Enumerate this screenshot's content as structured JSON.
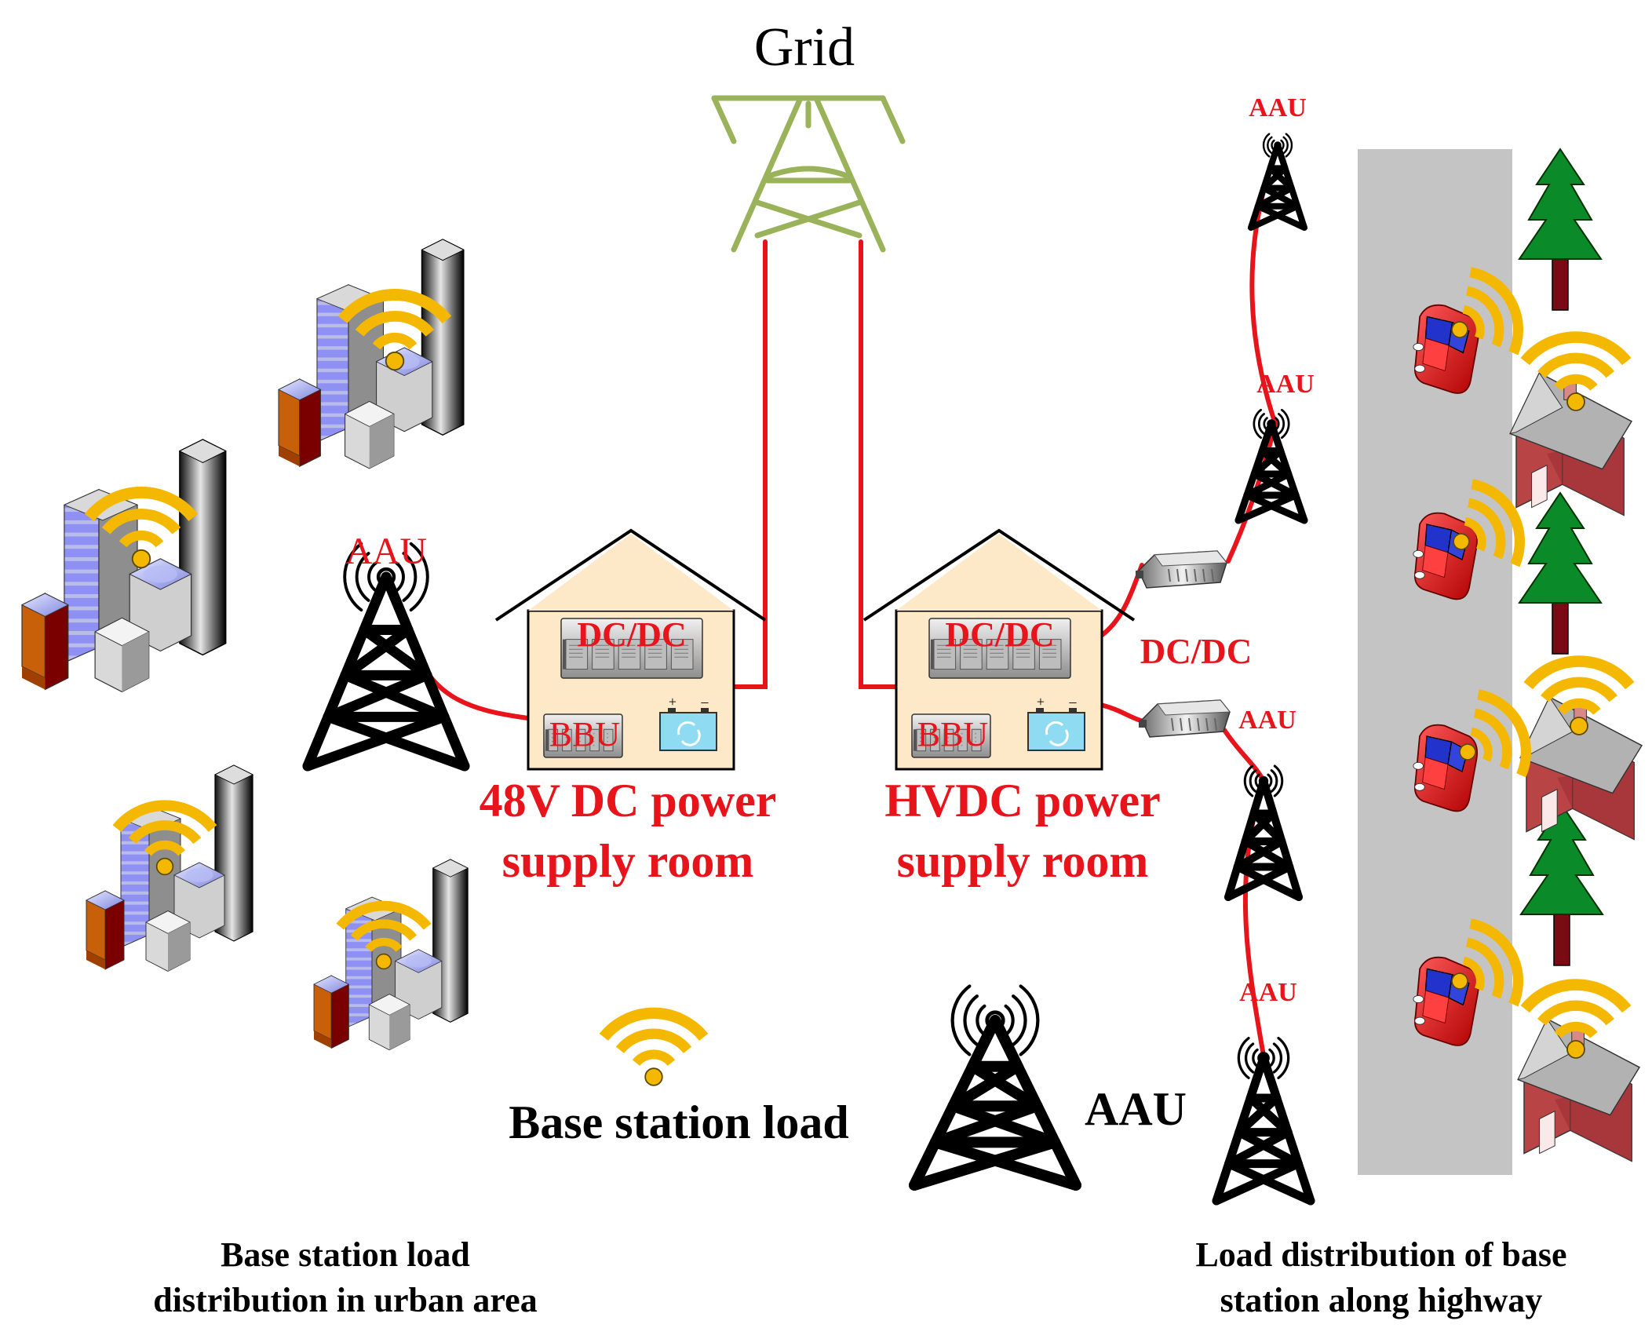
{
  "colors": {
    "power_line": "#e8141c",
    "pylon": "#9ab35a",
    "signal": "#f5b800",
    "label_red": "#e8141c",
    "room_fill": "#fde9c8",
    "road": "#c4c4c4",
    "tree": "#0a8a28",
    "trunk": "#7a0a14",
    "house_wall": "#b84446",
    "house_roof": "#b2b2b2",
    "car": "#e51a1a",
    "battery": "#8fdcf2"
  },
  "labels": {
    "grid": "Grid",
    "aau": "AAU",
    "dcdc": "DC/DC",
    "bbu": "BBU",
    "room_48v_l1": "48V DC power",
    "room_48v_l2": "supply room",
    "room_hvdc_l1": "HVDC power",
    "room_hvdc_l2": "supply room",
    "converter_dcdc": "DC/DC",
    "legend_load": "Base station load",
    "legend_aau": "AAU",
    "caption_urban_l1": "Base station load",
    "caption_urban_l2": "distribution in urban area",
    "caption_highway_l1": "Load distribution of base",
    "caption_highway_l2": "station along highway",
    "battery_plus": "+",
    "battery_minus": "–"
  },
  "icons": {
    "pylon": "transmission-tower-icon",
    "tower": "radio-tower-icon",
    "signal": "wifi-signal-icon",
    "room": "power-room-icon",
    "module": "rack-module-icon",
    "battery": "battery-icon",
    "building": "skyscraper-icon",
    "tree": "pine-tree-icon",
    "house": "house-icon",
    "car": "car-icon",
    "converter": "dc-converter-icon"
  }
}
